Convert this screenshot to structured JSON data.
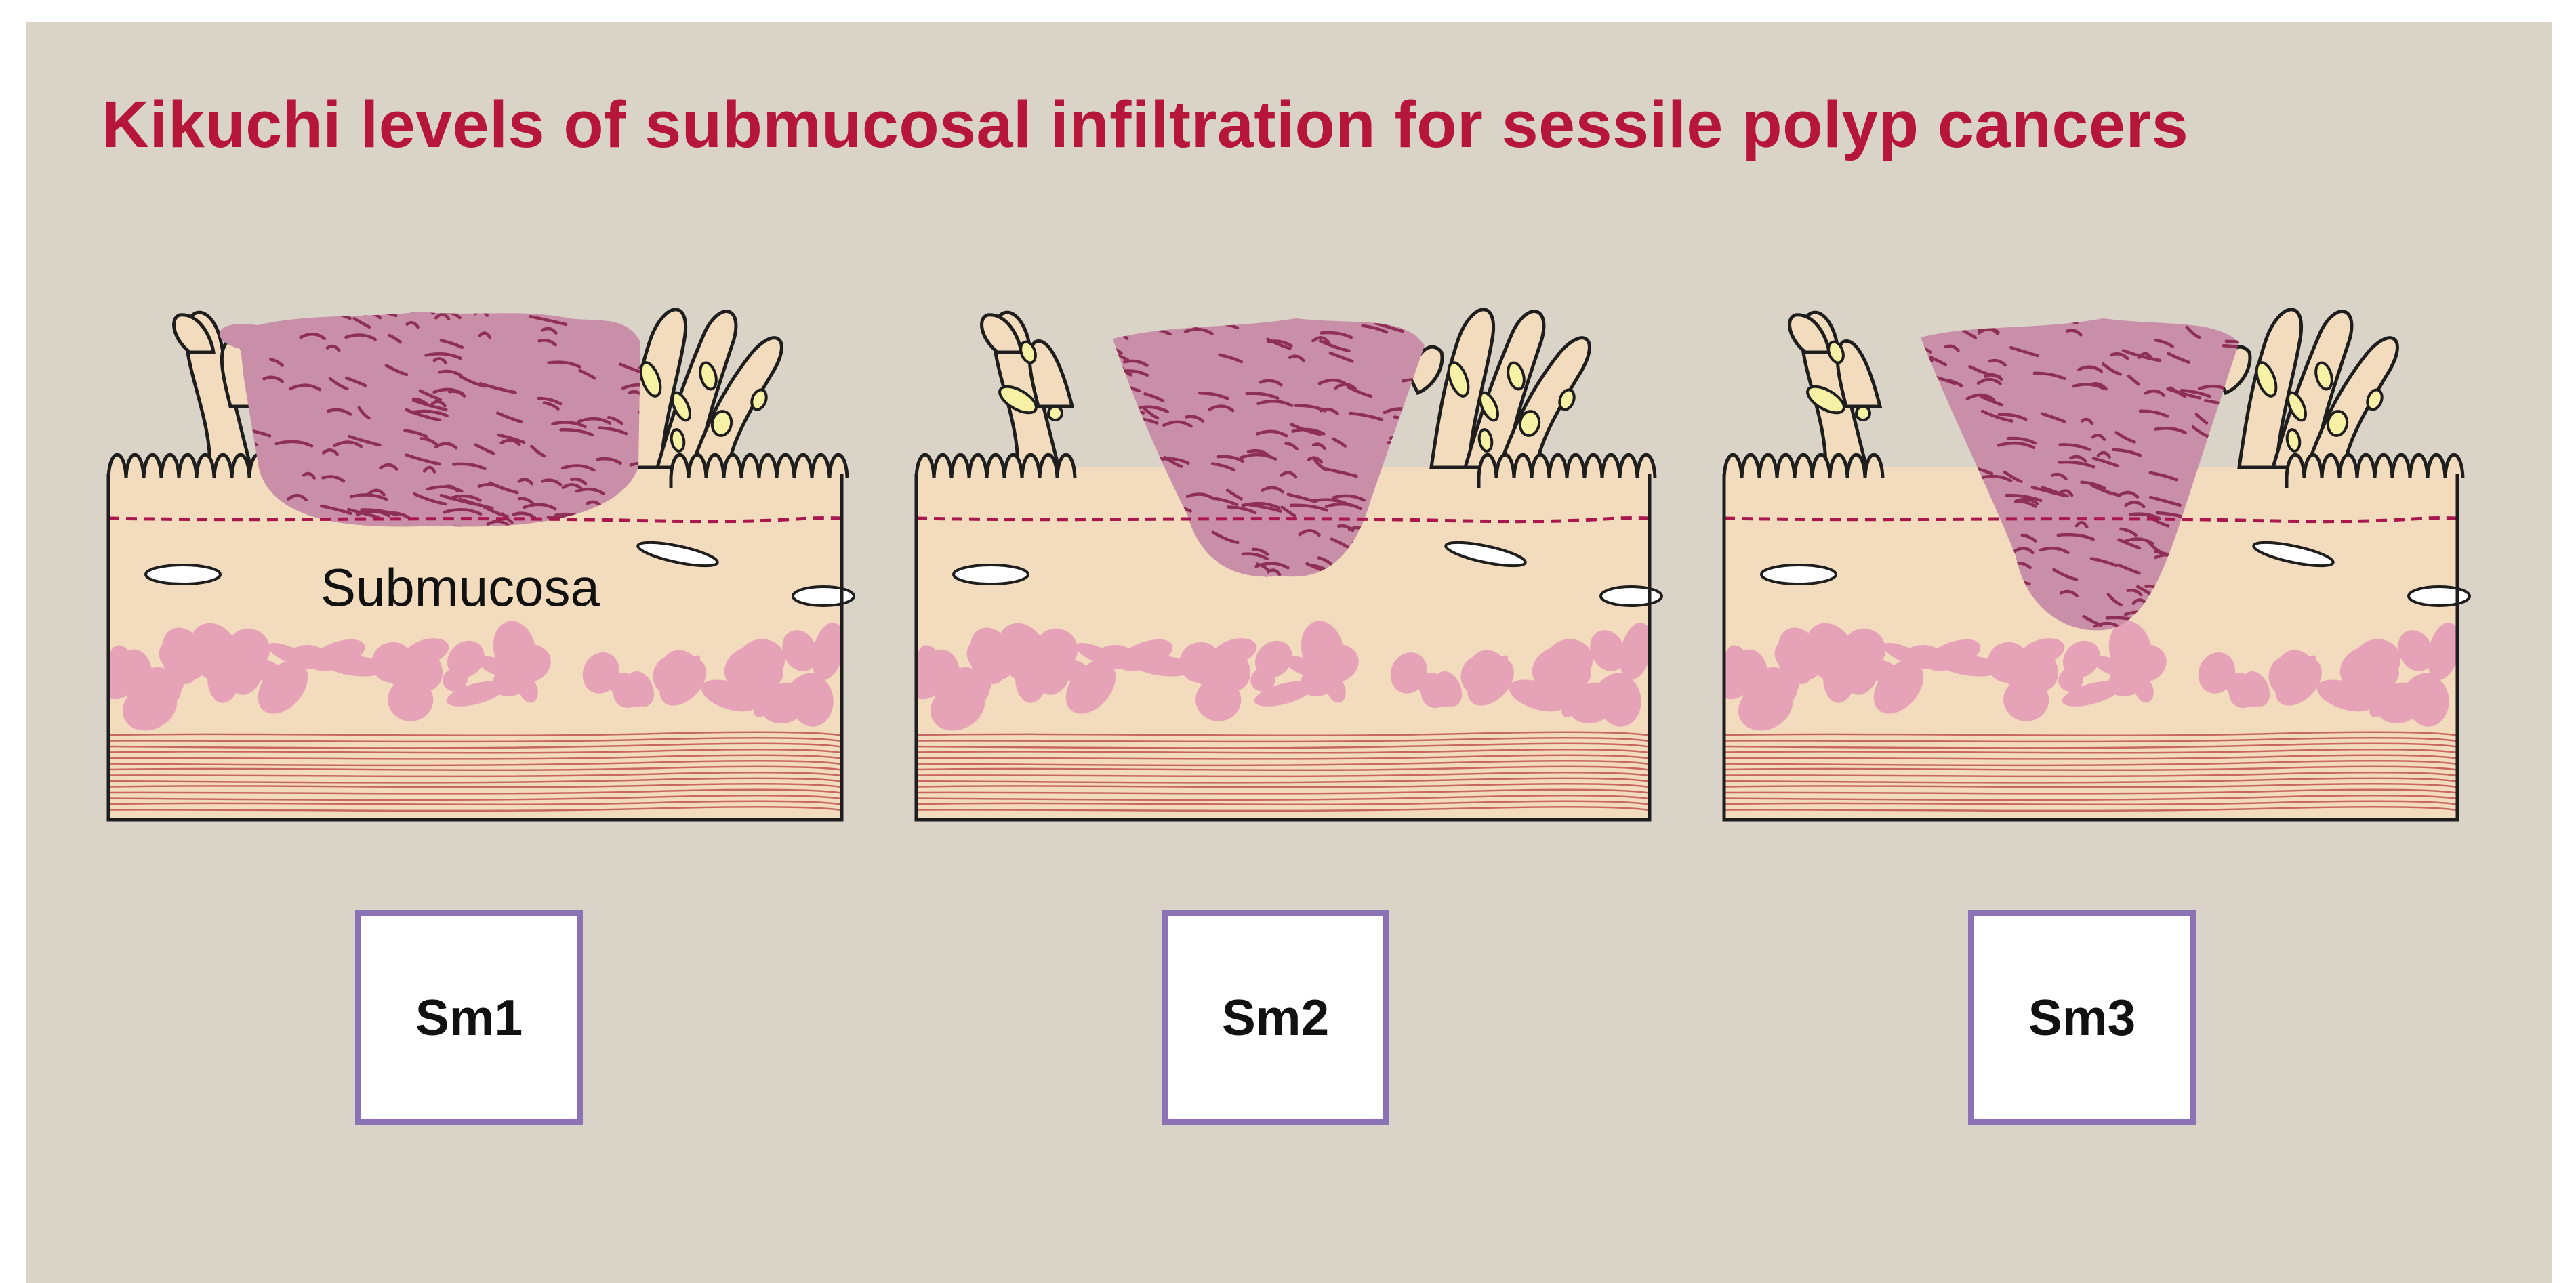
{
  "title": "Kikuchi levels of submucosal infiltration for sessile polyp cancers",
  "layer_label": "Submucosa",
  "levels": [
    {
      "label": "Sm1"
    },
    {
      "label": "Sm2"
    },
    {
      "label": "Sm3"
    }
  ],
  "colors": {
    "background": "#d9d3c8",
    "title": "#b5163a",
    "mucosa": "#f3dcbd",
    "cancer": "#c98ea8",
    "cancer_texture": "#8e2f55",
    "muscularis_mucosae_line": "#a8184f",
    "lymphoid": "#e6a3b8",
    "muscle_fibers": "#c8675f",
    "outline": "#1e1e1e",
    "gland_lumen": "#f7f1a6",
    "box_border": "#8a72b4"
  }
}
